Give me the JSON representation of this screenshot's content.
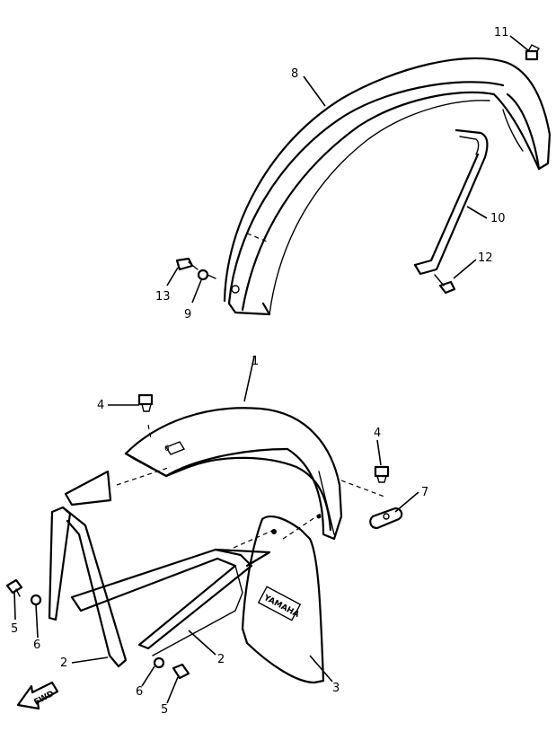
{
  "diagram": {
    "callouts": {
      "c1": "1",
      "c2a": "2",
      "c2b": "2",
      "c3": "3",
      "c4a": "4",
      "c4b": "4",
      "c5a": "5",
      "c5b": "5",
      "c6a": "6",
      "c6b": "6",
      "c7": "7",
      "c8": "8",
      "c9": "9",
      "c10": "10",
      "c11": "11",
      "c12": "12",
      "c13": "13"
    },
    "small_labels": {
      "bolt_tag": "6"
    },
    "direction_arrow": "FWD",
    "plate_marking": "YAMAHA"
  }
}
